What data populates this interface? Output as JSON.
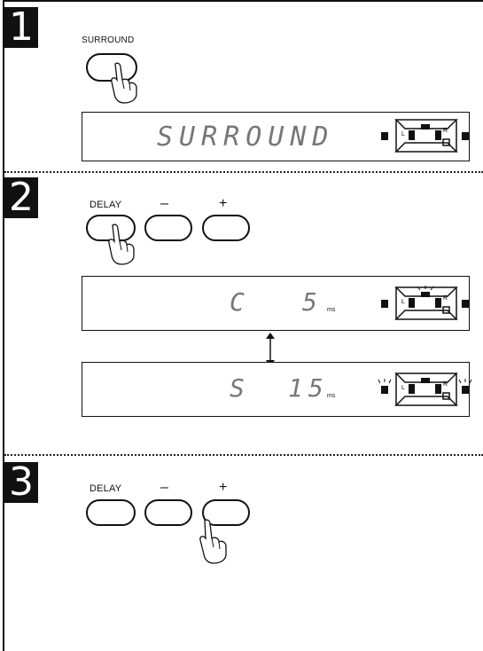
{
  "steps": [
    {
      "number": "1",
      "buttons": [
        {
          "label": "SURROUND"
        }
      ],
      "display": {
        "text": "SURROUND"
      }
    },
    {
      "number": "2",
      "buttons": [
        {
          "label": "DELAY"
        },
        {
          "label": "–"
        },
        {
          "label": "+"
        }
      ],
      "displays": [
        {
          "left_value": "C",
          "right_value": "5",
          "unit": "ms"
        },
        {
          "left_value": "S",
          "right_value": "15",
          "unit": "ms"
        }
      ]
    },
    {
      "number": "3",
      "buttons": [
        {
          "label": "DELAY"
        },
        {
          "label": "–"
        },
        {
          "label": "+"
        }
      ]
    }
  ],
  "speaker_labels": {
    "left": "L",
    "right": "R"
  },
  "icons": [
    "finger-press-icon",
    "speaker-layout-icon",
    "double-arrow-icon"
  ]
}
